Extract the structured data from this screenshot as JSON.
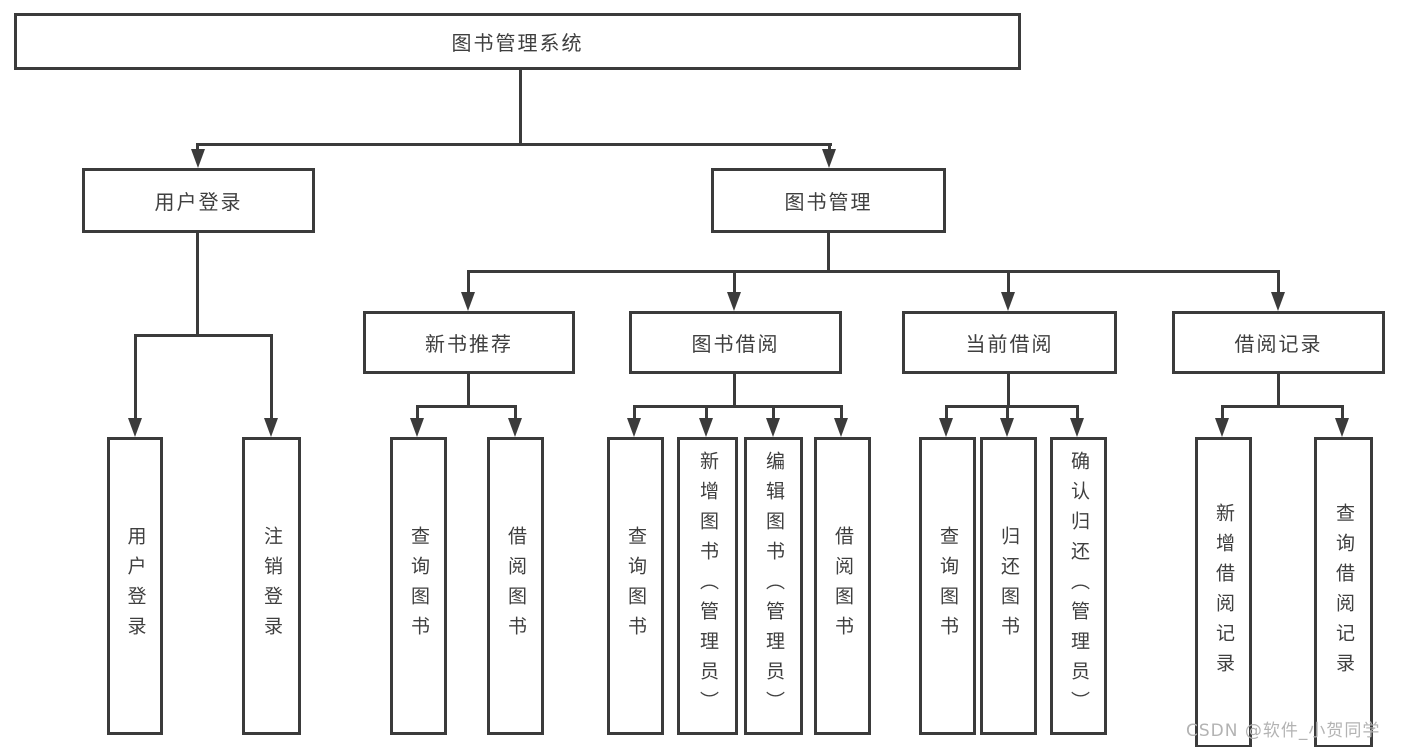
{
  "diagram_title": "图书管理系统",
  "tree": {
    "label": "图书管理系统",
    "children": [
      {
        "label": "用户登录",
        "children": [
          {
            "label": "用户登录"
          },
          {
            "label": "注销登录"
          }
        ]
      },
      {
        "label": "图书管理",
        "children": [
          {
            "label": "新书推荐",
            "children": [
              {
                "label": "查询图书"
              },
              {
                "label": "借阅图书"
              }
            ]
          },
          {
            "label": "图书借阅",
            "children": [
              {
                "label": "查询图书"
              },
              {
                "label": "新增图书（管理员）"
              },
              {
                "label": "编辑图书（管理员）"
              },
              {
                "label": "借阅图书"
              }
            ]
          },
          {
            "label": "当前借阅",
            "children": [
              {
                "label": "查询图书"
              },
              {
                "label": "归还图书"
              },
              {
                "label": "确认归还（管理员）"
              }
            ]
          },
          {
            "label": "借阅记录",
            "children": [
              {
                "label": "新增借阅记录"
              },
              {
                "label": "查询借阅记录"
              }
            ]
          }
        ]
      }
    ]
  },
  "watermark": {
    "text": "CSDN @软件_小贺同学"
  },
  "colors": {
    "line": "#3b3b3b",
    "text": "#3f3f3f",
    "background": "#ffffff",
    "watermark": "#b3b3b3"
  }
}
